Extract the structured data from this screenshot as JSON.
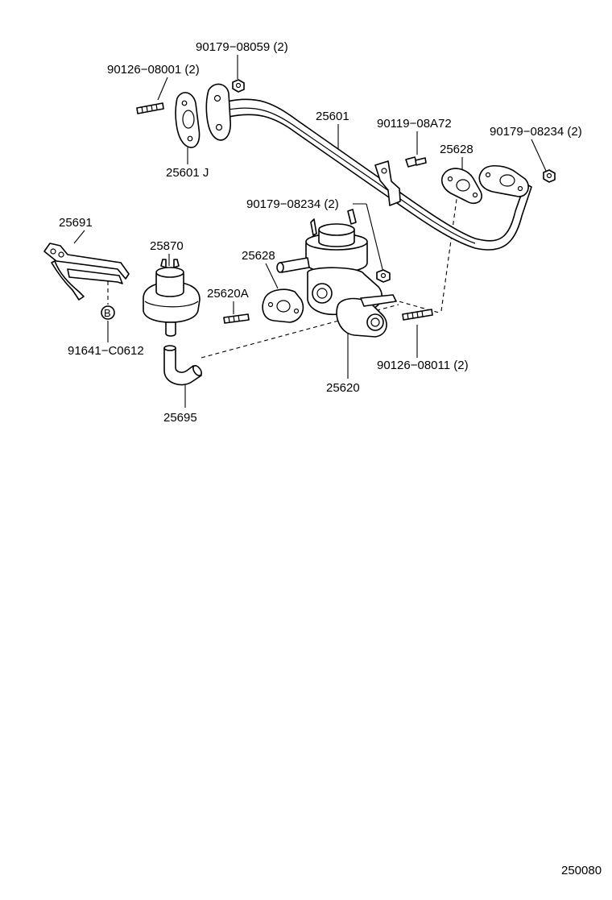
{
  "diagram": {
    "labels": {
      "p_90179_08059": "90179−08059 (2)",
      "p_90126_08001": "90126−08001 (2)",
      "p_25601": "25601",
      "p_90119_08A72": "90119−08A72",
      "p_90179_08234_right": "90179−08234 (2)",
      "p_25628_right": "25628",
      "p_25601J": "25601 J",
      "p_90179_08234_mid": "90179−08234 (2)",
      "p_25691": "25691",
      "p_25870": "25870",
      "p_25628_mid": "25628",
      "p_25620A": "25620A",
      "p_91641_C0612": "91641−C0612",
      "p_25620": "25620",
      "p_90126_08011": "90126−08011 (2)",
      "p_25695": "25695",
      "b_marker": "B",
      "figure_code": "250080"
    }
  }
}
